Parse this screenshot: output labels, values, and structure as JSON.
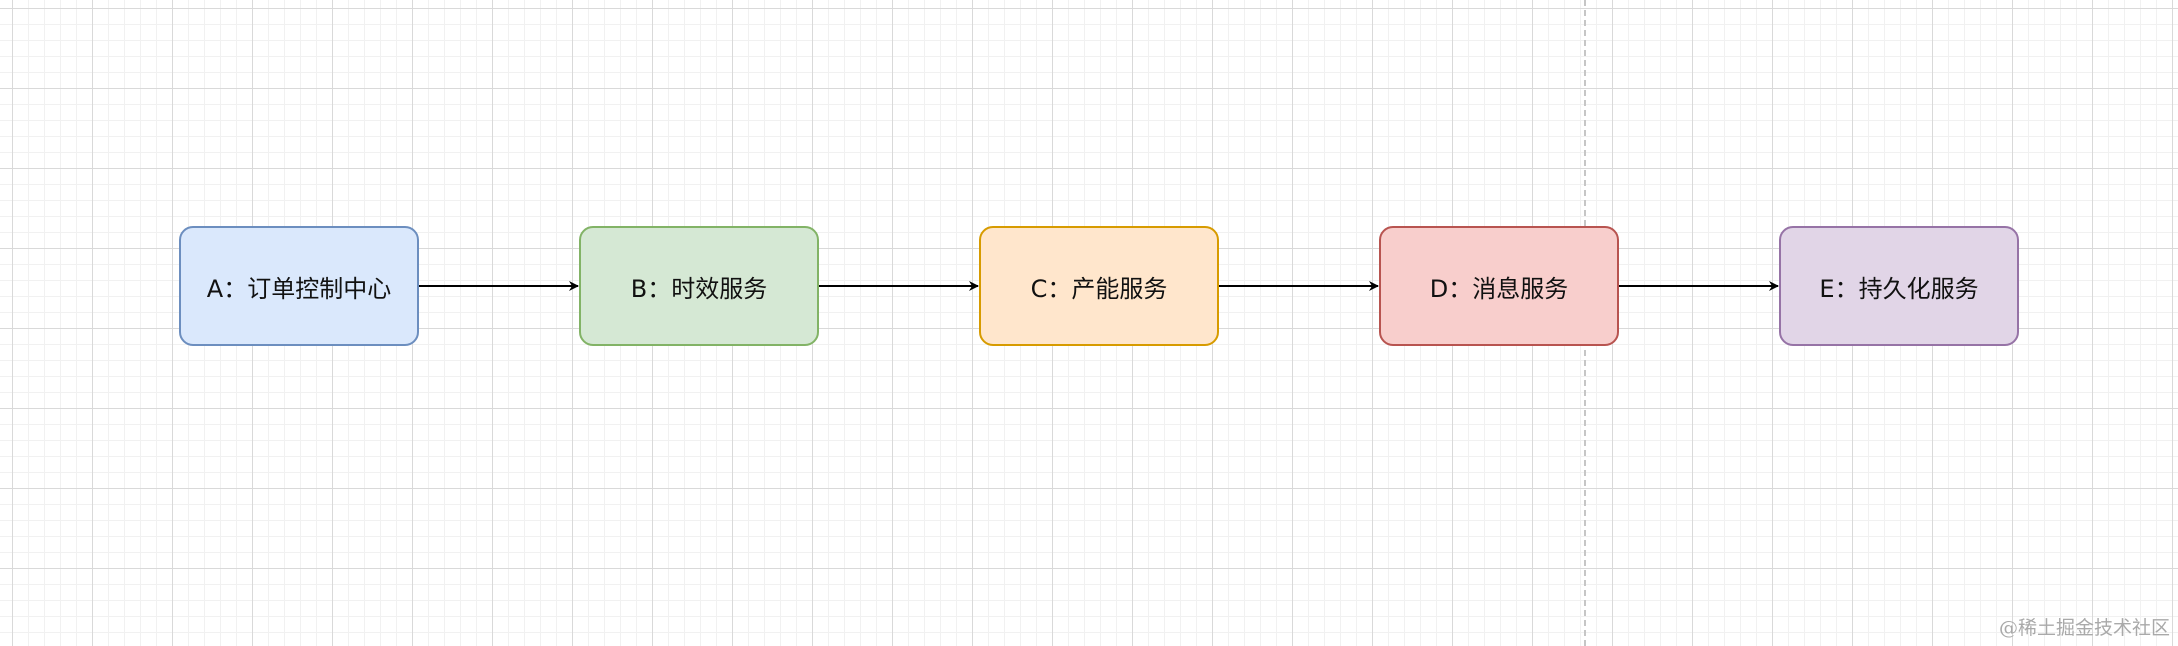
{
  "nodes": [
    {
      "label": "A：订单控制中心",
      "fill": "#dae8fc",
      "stroke": "#6c8ebf"
    },
    {
      "label": "B：时效服务",
      "fill": "#d5e8d4",
      "stroke": "#82b366"
    },
    {
      "label": "C：产能服务",
      "fill": "#ffe6cc",
      "stroke": "#d79b00"
    },
    {
      "label": "D：消息服务",
      "fill": "#f8cecc",
      "stroke": "#b85450"
    },
    {
      "label": "E：持久化服务",
      "fill": "#e1d5e7",
      "stroke": "#9673a6"
    }
  ],
  "edges": [
    {
      "from": "A：订单控制中心",
      "to": "B：时效服务"
    },
    {
      "from": "B：时效服务",
      "to": "C：产能服务"
    },
    {
      "from": "C：产能服务",
      "to": "D：消息服务"
    },
    {
      "from": "D：消息服务",
      "to": "E：持久化服务"
    }
  ],
  "watermark": "@稀土掘金技术社区"
}
